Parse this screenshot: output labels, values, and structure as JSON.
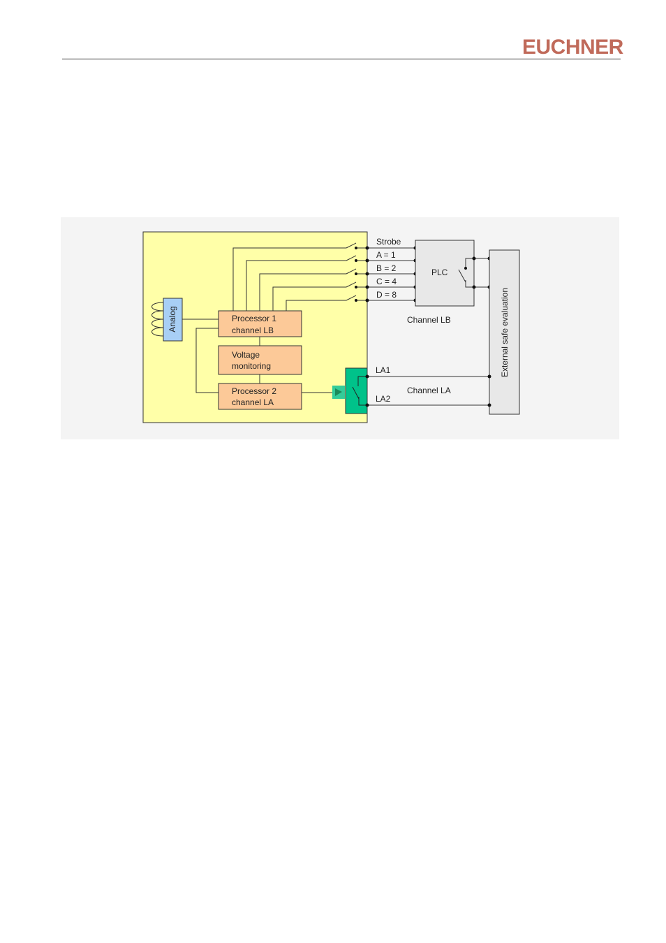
{
  "header": {
    "logo_text": "EUCHNER"
  },
  "diagram": {
    "labels": {
      "analog": "Analog",
      "processor1_line1": "Processor 1",
      "processor1_line2": "channel LB",
      "voltage_line1": "Voltage",
      "voltage_line2": "monitoring",
      "processor2_line1": "Processor 2",
      "processor2_line2": "channel LA",
      "strobe": "Strobe",
      "a": "A = 1",
      "b": "B = 2",
      "c": "C = 4",
      "d": "D = 8",
      "plc": "PLC",
      "channel_lb": "Channel LB",
      "la1": "LA1",
      "la2": "LA2",
      "channel_la": "Channel LA",
      "external": "External safe evaluation"
    },
    "colors": {
      "panel_bg": "#f4f4f4",
      "device_bg": "#ffffa8",
      "processor_fill": "#fcc998",
      "analog_fill": "#a8cff5",
      "output_fill": "#00c28a",
      "box_grey": "#e8e8e8",
      "brand": "#c06a5a"
    }
  }
}
